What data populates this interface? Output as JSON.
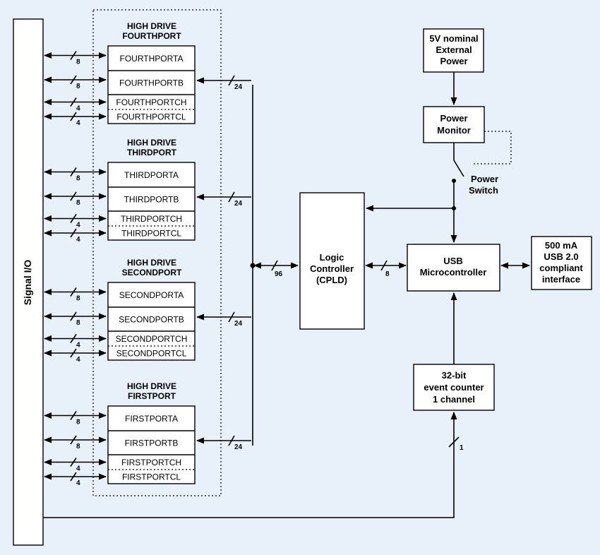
{
  "signal_io": "Signal I/O",
  "ports": [
    {
      "title1": "HIGH DRIVE",
      "title2": "FOURTHPORT",
      "a": "FOURTHPORTA",
      "b": "FOURTHPORTB",
      "ch": "FOURTHPORTCH",
      "cl": "FOURTHPORTCL",
      "bus": "24"
    },
    {
      "title1": "HIGH DRIVE",
      "title2": "THIRDPORT",
      "a": "THIRDPORTA",
      "b": "THIRDPORTB",
      "ch": "THIRDPORTCH",
      "cl": "THIRDPORTCL",
      "bus": "24"
    },
    {
      "title1": "HIGH DRIVE",
      "title2": "SECONDPORT",
      "a": "SECONDPORTA",
      "b": "SECONDPORTB",
      "ch": "SECONDPORTCH",
      "cl": "SECONDPORTCL",
      "bus": "24"
    },
    {
      "title1": "HIGH DRIVE",
      "title2": "FIRSTPORT",
      "a": "FIRSTPORTA",
      "b": "FIRSTPORTB",
      "ch": "FIRSTPORTCH",
      "cl": "FIRSTPORTCL",
      "bus": "24"
    }
  ],
  "bus_widths": {
    "a": "8",
    "b": "8",
    "ch": "4",
    "cl": "4"
  },
  "logic": {
    "line1": "Logic",
    "line2": "Controller",
    "line3": "(CPLD)"
  },
  "bus96": "96",
  "bus8": "8",
  "usb": {
    "line1": "USB",
    "line2": "Microcontroller"
  },
  "ext_power": {
    "line1": "5V nominal",
    "line2": "External",
    "line3": "Power"
  },
  "power_monitor": {
    "line1": "Power",
    "line2": "Monitor"
  },
  "power_switch": {
    "line1": "Power",
    "line2": "Switch"
  },
  "usb_iface": {
    "line1": "500 mA",
    "line2": "USB 2.0",
    "line3": "compliant",
    "line4": "interface"
  },
  "counter": {
    "line1": "32-bit",
    "line2": "event counter",
    "line3": "1 channel"
  },
  "counter_bus": "1"
}
